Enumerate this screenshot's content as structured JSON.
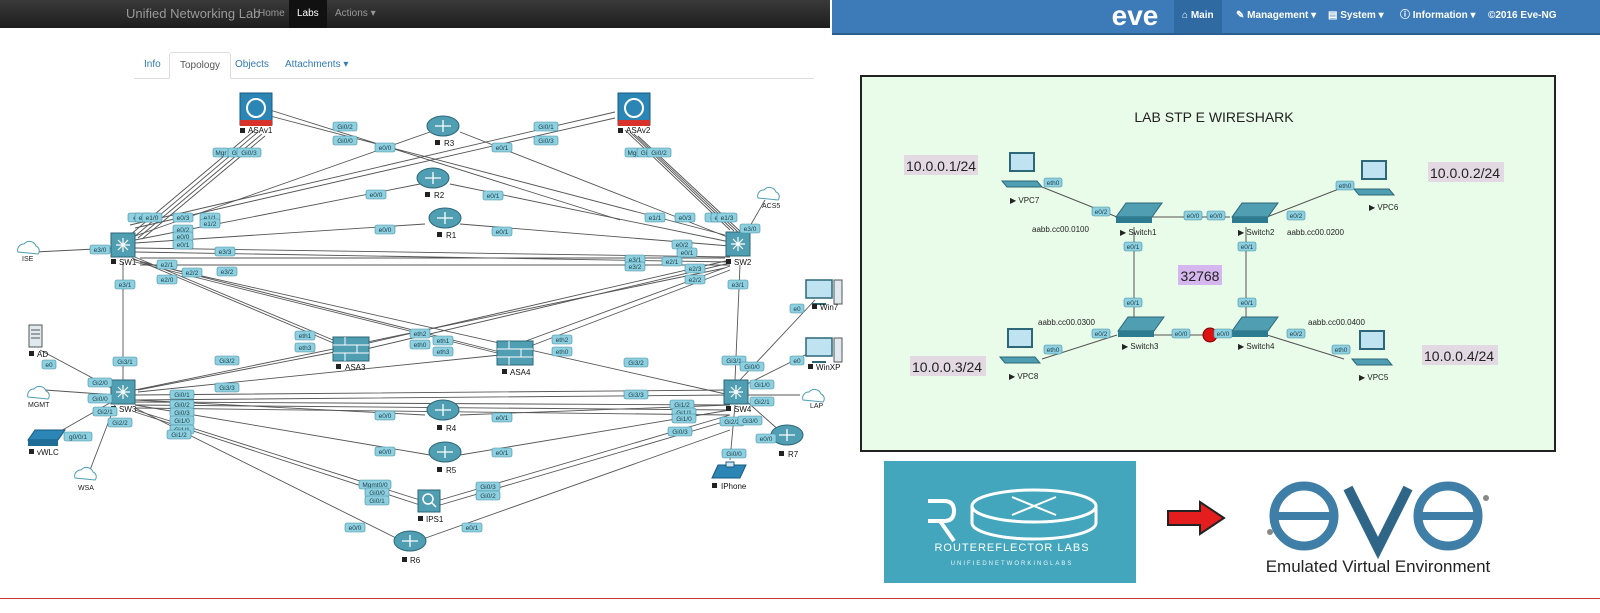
{
  "unl": {
    "brand": "Unified Networking Lab",
    "nav": [
      "Home",
      "Labs",
      "Actions"
    ],
    "active_nav": "Labs",
    "tabs": [
      "Info",
      "Topology",
      "Objects",
      "Attachments"
    ],
    "active_tab": "Topology",
    "nodes": {
      "ASAv1": "ASAv1",
      "ASAv2": "ASAv2",
      "R3": "R3",
      "R2": "R2",
      "R1": "R1",
      "SW1": "SW1",
      "SW2": "SW2",
      "ISE": "ISE",
      "ACS5": "ACS5",
      "ASA3": "ASA3",
      "ASA4": "ASA4",
      "AD": "AD",
      "MGMT": "MGMT",
      "SW3": "SW3",
      "SW4": "SW4",
      "vWLC": "vWLC",
      "WSA": "WSA",
      "R4": "R4",
      "R5": "R5",
      "IPS1": "IPS1",
      "R6": "R6",
      "R7": "R7",
      "IPhone": "IPhone",
      "Win7": "Win7",
      "WinXP": "WinXP",
      "LAP": "LAP"
    }
  },
  "eve": {
    "logo": "eve",
    "nav": {
      "main": "Main",
      "management": "Management",
      "system": "System",
      "information": "Information",
      "copyright": "©2016 Eve-NG"
    }
  },
  "stp_lab": {
    "title": "LAB STP E WIRESHARK",
    "ips": {
      "vpc7": "10.0.0.1/24",
      "vpc6": "10.0.0.2/24",
      "vpc8": "10.0.0.3/24",
      "vpc5": "10.0.0.4/24"
    },
    "priority": "32768",
    "macs": {
      "sw1": "aabb.cc00.0100",
      "sw2": "aabb.cc00.0200",
      "sw3": "aabb.cc00.0300",
      "sw4": "aabb.cc00.0400"
    },
    "nodes": {
      "vpc7": "VPC7",
      "vpc6": "VPC6",
      "vpc8": "VPC8",
      "vpc5": "VPC5",
      "switch1": "Switch1",
      "switch2": "Switch2",
      "switch3": "Switch3",
      "switch4": "Switch4"
    },
    "ports": {
      "eth0": "eth0",
      "e00": "e0/0",
      "e01": "e0/1",
      "e02": "e0/2"
    }
  },
  "branding": {
    "rr_text": "ROUTEREFLECTOR LABS",
    "rr_sub": "UNIFIEDNETWORKINGLABS",
    "eve_tagline": "Emulated Virtual Environment"
  },
  "colors": {
    "unl_bar": "#2a2a2a",
    "eve_bar": "#3c7bb7",
    "stp_bg": "#e9fbe9",
    "node_teal": "#4f9eb2",
    "rr_bg": "#43a6bd",
    "arrow": "#e41e1e"
  }
}
